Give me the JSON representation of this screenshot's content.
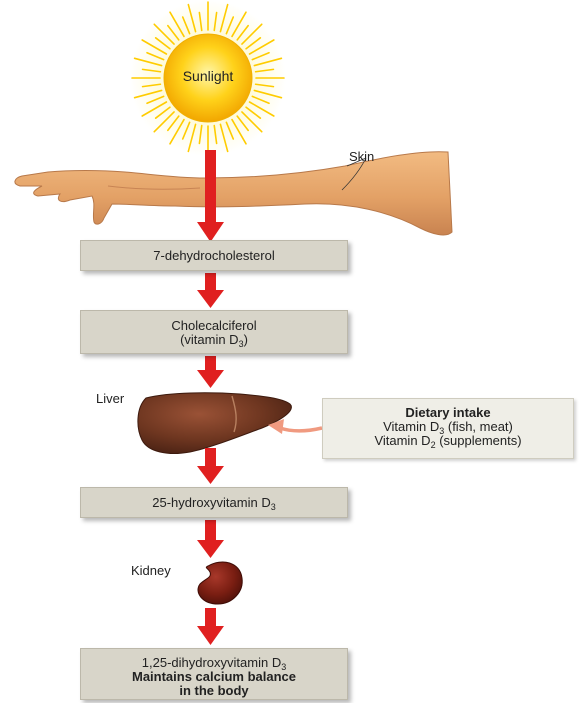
{
  "sun": {
    "label": "Sunlight"
  },
  "skin": {
    "label": "Skin"
  },
  "steps": [
    {
      "line1": "7-dehydrocholesterol"
    },
    {
      "line1": "Cholecalciferol",
      "line2_prefix": "(vitamin D",
      "line2_sub": "3",
      "line2_suffix": ")"
    },
    {
      "prefix": "25-hydroxyvitamin D",
      "sub": "3"
    },
    {
      "prefix": "1,25-dihydroxyvitamin D",
      "sub": "3",
      "bold1": "Maintains calcium balance",
      "bold2": "in the body"
    }
  ],
  "liver": {
    "label": "Liver"
  },
  "kidney": {
    "label": "Kidney"
  },
  "dietary": {
    "title": "Dietary intake",
    "line1_prefix": "Vitamin D",
    "line1_sub": "3",
    "line1_suffix": " (fish, meat)",
    "line2_prefix": "Vitamin D",
    "line2_sub": "2",
    "line2_suffix": " (supplements)"
  },
  "colors": {
    "arrow": "#e02020",
    "box": "#d8d5c9",
    "sun_core": "#ffd21a",
    "sun_rays": "#ffcc00",
    "skin": "#e8a86a",
    "liver": "#6e3620",
    "kidney": "#7a1e12",
    "dietary_arrow": "#f09a80"
  }
}
